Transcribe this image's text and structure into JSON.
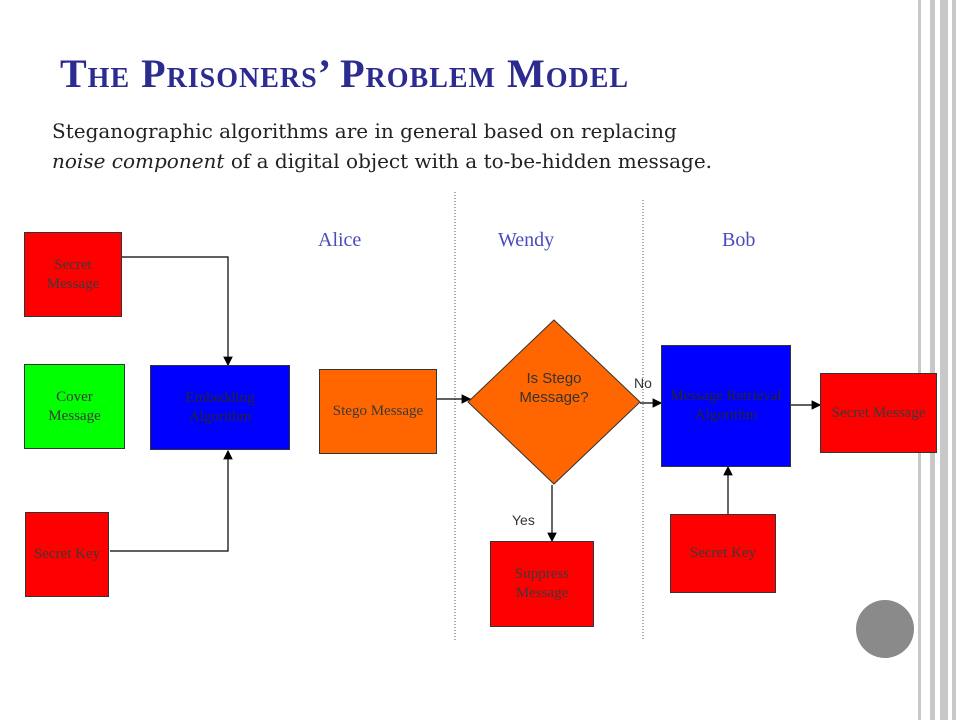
{
  "slide": {
    "title": "The Prisoners’ Problem Model",
    "subtitle_line1": "Steganographic algorithms are in general based on replacing",
    "subtitle_italic": "noise component",
    "subtitle_rest": " of a digital object with a to-be-hidden message."
  },
  "lanes": {
    "alice": "Alice",
    "wendy": "Wendy",
    "bob": "Bob"
  },
  "nodes": {
    "secret_message_in": "Secret Message",
    "cover_message": "Cover Message",
    "secret_key_in": "Secret Key",
    "embedding_algorithm": "Embedding Algorithm",
    "stego_message": "Stego Message",
    "is_stego": "Is Stego Message?",
    "suppress_message": "Suppress Message",
    "retrieval_algorithm": "Message Retrieval Algorithm",
    "secret_key_out": "Secret Key",
    "secret_message_out": "Secret Message"
  },
  "edges": {
    "no": "No",
    "yes": "Yes"
  },
  "colors": {
    "title": "#2b2b90",
    "lane_labels": "#4b4bbd",
    "red": "#ff0000",
    "green": "#00ff00",
    "blue": "#0000ff",
    "orange": "#ff6600"
  }
}
